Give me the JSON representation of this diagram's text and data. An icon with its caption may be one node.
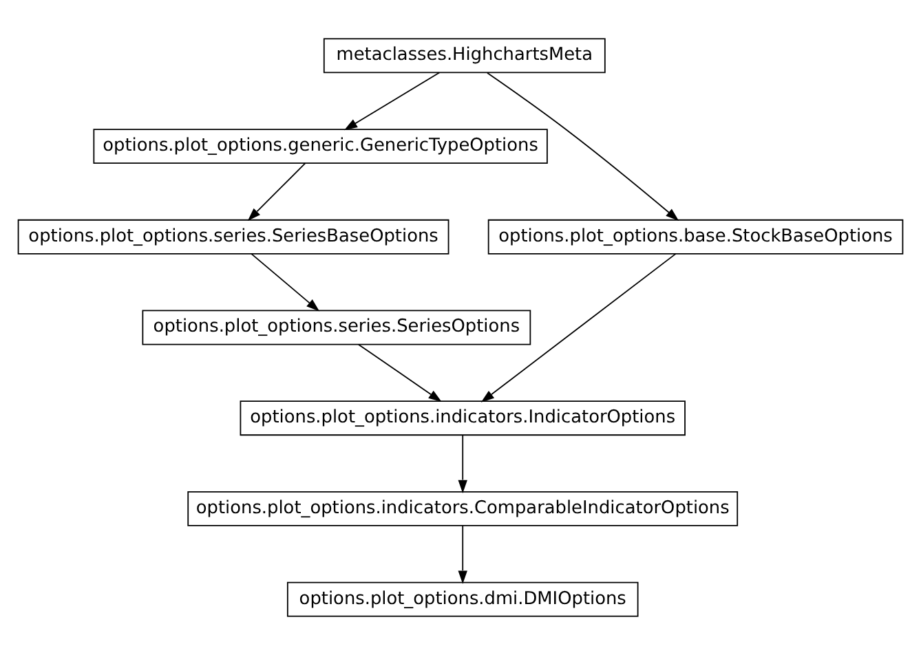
{
  "diagram": {
    "nodes": [
      {
        "text": [
          "metaclasses.HighchartsMeta"
        ]
      },
      {
        "text": [
          "options.plot_options.generic.GenericTypeOptions"
        ]
      },
      {
        "text": [
          "options.plot_options.base.StockBaseOptions"
        ]
      },
      {
        "text": [
          "options.plot_options.series.SeriesBaseOptions"
        ]
      },
      {
        "text": [
          "options.plot_options.series.SeriesOptions"
        ]
      },
      {
        "text": [
          "options.plot_options.indicators.IndicatorOptions"
        ]
      },
      {
        "text": [
          "options.plot_options.indicators.ComparableIndicatorOptions"
        ]
      },
      {
        "text": [
          "options.plot_options.dmi.DMIOptions"
        ]
      }
    ],
    "edges": [
      {
        "from": 0,
        "to": 1,
        "arrow": "to"
      },
      {
        "from": 0,
        "to": 2,
        "arrow": "to"
      },
      {
        "from": 1,
        "to": 3,
        "arrow": "to"
      },
      {
        "from": 3,
        "to": 4,
        "arrow": "to"
      },
      {
        "from": 2,
        "to": 5,
        "arrow": "to"
      },
      {
        "from": 4,
        "to": 5,
        "arrow": "to"
      },
      {
        "from": 5,
        "to": 6,
        "arrow": "to"
      },
      {
        "from": 6,
        "to": 7,
        "arrow": "to"
      }
    ]
  }
}
